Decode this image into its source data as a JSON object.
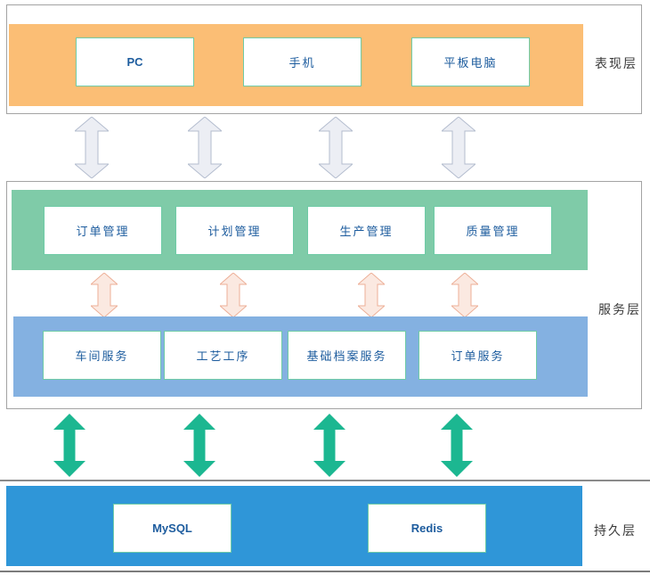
{
  "presentation": {
    "label": "表现层",
    "items": [
      "PC",
      "手机",
      "平板电脑"
    ]
  },
  "service": {
    "label": "服务层",
    "management_row": [
      "订单管理",
      "计划管理",
      "生产管理",
      "质量管理"
    ],
    "service_row": [
      "车间服务",
      "工艺工序",
      "基础档案服务",
      "订单服务"
    ]
  },
  "persistence": {
    "label": "持久层",
    "items": [
      "MySQL",
      "Redis"
    ]
  },
  "colors": {
    "presentation_band": "#FBBE75",
    "management_band": "#7FCBA8",
    "service_band": "#84B1E1",
    "persistence_band": "#2F96D8",
    "node_border": "#6FCBA6",
    "node_text": "#1D5C9E",
    "arrow_top_fill": "#ECEEF4",
    "arrow_top_stroke": "#B3BCCE",
    "arrow_middle_fill": "#FBE9E1",
    "arrow_middle_stroke": "#EDAF97",
    "arrow_bottom_fill": "#1CB791",
    "frame_border": "#A3A3A3"
  }
}
